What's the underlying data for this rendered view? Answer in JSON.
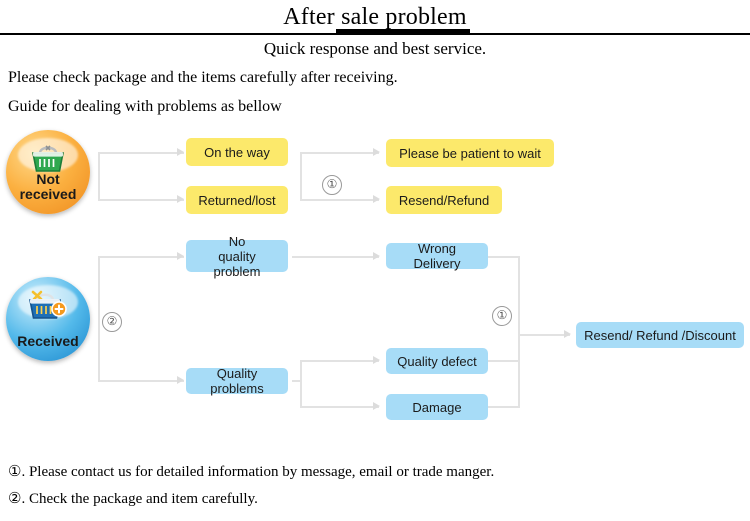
{
  "header": {
    "title": "After sale problem",
    "subtitle": "Quick response and best service.",
    "line1": "Please check package and the items carefully after receiving.",
    "line2": "Guide for dealing with problems as bellow"
  },
  "colors": {
    "yellow_box": "#FCE96B",
    "blue_box": "#A7DCF7",
    "connector": "#E2E2E2",
    "circle_orange": "#FBB040",
    "circle_blue": "#53B9EA",
    "basket_green": "#2FA84F",
    "basket_blue": "#1F6FB5"
  },
  "diagram": {
    "type": "flowchart",
    "nodes": {
      "not_received": {
        "label": "Not received",
        "icon": "shopping-basket-icon",
        "shape": "circle",
        "color": "#FBB040"
      },
      "received": {
        "label": "Received",
        "icon": "shopping-basket-plus-icon",
        "shape": "circle",
        "color": "#53B9EA"
      },
      "on_the_way": {
        "label": "On the way",
        "color": "#FCE96B"
      },
      "returned_lost": {
        "label": "Returned/lost",
        "color": "#FCE96B"
      },
      "please_wait": {
        "label": "Please be patient to wait",
        "color": "#FCE96B"
      },
      "resend_refund": {
        "label": "Resend/Refund",
        "color": "#FCE96B"
      },
      "no_quality_problem": {
        "label": "No\nquality problem",
        "line1": "No",
        "line2": "quality problem",
        "color": "#A7DCF7"
      },
      "quality_problems": {
        "label": "Quality problems",
        "color": "#A7DCF7"
      },
      "wrong_delivery": {
        "label": "Wrong Delivery",
        "color": "#A7DCF7"
      },
      "quality_defect": {
        "label": "Quality defect",
        "color": "#A7DCF7"
      },
      "damage": {
        "label": "Damage",
        "color": "#A7DCF7"
      },
      "resend_refund_discount": {
        "label": "Resend/ Refund /Discount",
        "color": "#A7DCF7"
      }
    },
    "markers": {
      "top_branch": "①",
      "received_branch": "②",
      "right_merge": "①"
    },
    "edges": [
      {
        "from": "not_received",
        "to": "on_the_way"
      },
      {
        "from": "not_received",
        "to": "returned_lost"
      },
      {
        "from": "on_the_way",
        "to": "please_wait",
        "marker": "①"
      },
      {
        "from": "returned_lost",
        "to": "resend_refund",
        "marker": "①"
      },
      {
        "from": "received",
        "to": "no_quality_problem",
        "marker": "②"
      },
      {
        "from": "received",
        "to": "quality_problems",
        "marker": "②"
      },
      {
        "from": "no_quality_problem",
        "to": "wrong_delivery"
      },
      {
        "from": "quality_problems",
        "to": "quality_defect"
      },
      {
        "from": "quality_problems",
        "to": "damage"
      },
      {
        "from": "wrong_delivery",
        "to": "resend_refund_discount",
        "marker": "①"
      },
      {
        "from": "quality_defect",
        "to": "resend_refund_discount",
        "marker": "①"
      },
      {
        "from": "damage",
        "to": "resend_refund_discount",
        "marker": "①"
      }
    ]
  },
  "footnotes": [
    "①. Please contact us for detailed information by message, email or trade manger.",
    "②. Check the package and item carefully."
  ]
}
